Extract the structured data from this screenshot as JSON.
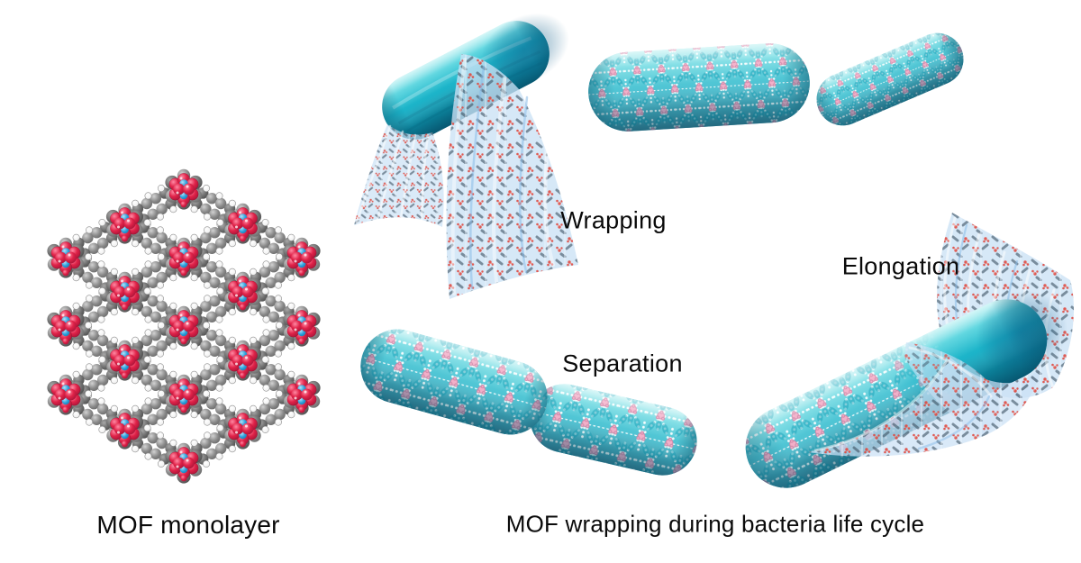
{
  "figure": {
    "left_panel": {
      "caption": "MOF monolayer",
      "structure": "space-filling molecular model of a hexagonal MOF monolayer"
    },
    "right_panel": {
      "caption": "MOF wrapping during bacteria life cycle",
      "stage_labels": {
        "wrapping": "Wrapping",
        "elongation": "Elongation",
        "separation": "Separation"
      }
    },
    "colors": {
      "background": "#ffffff",
      "bacteria_teal": "#17b1c7",
      "mof_node_red": "#e02349",
      "mof_metal_blue": "#2aa0dc",
      "mof_linker_gray": "#8a8a8a",
      "wrap_lattice_pink": "#f3adc7",
      "sheet_blue": "#cbe1f5",
      "sheet_red": "#df4136",
      "label_text": "#0a0a0a"
    }
  }
}
